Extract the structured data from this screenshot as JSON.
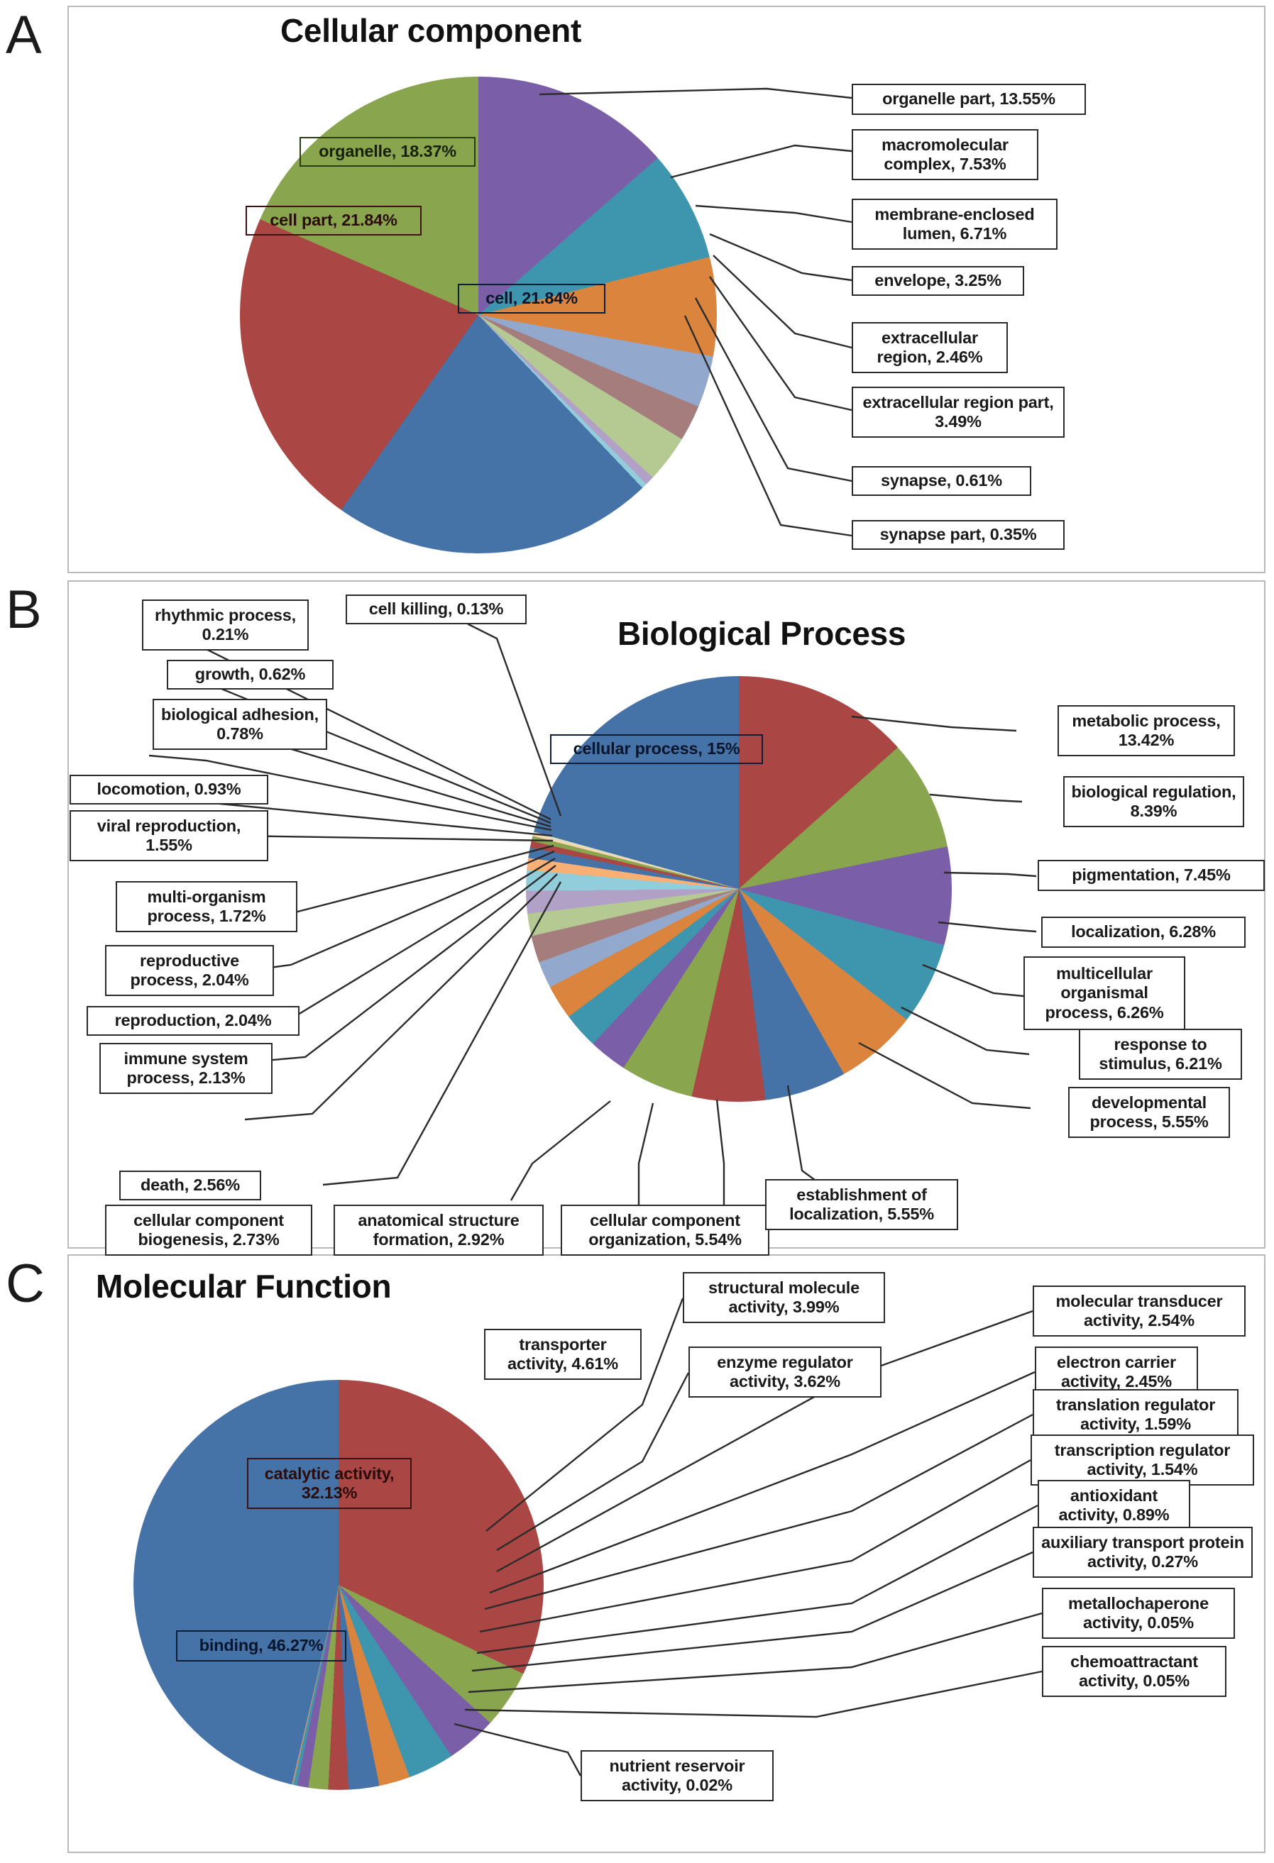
{
  "figure": {
    "panels": [
      {
        "letter": "A",
        "title": "Cellular component"
      },
      {
        "letter": "B",
        "title": "Biological Process"
      },
      {
        "letter": "C",
        "title": "Molecular Function"
      }
    ]
  },
  "chart_data": [
    {
      "type": "pie",
      "panel": "A",
      "title": "Cellular component",
      "legend_position": "callout-labels",
      "categories": [
        "cell",
        "cell part",
        "organelle",
        "organelle part",
        "macromolecular complex",
        "membrane-enclosed lumen",
        "extracellular region part",
        "envelope",
        "extracellular region",
        "synapse",
        "synapse part"
      ],
      "values": [
        21.84,
        21.84,
        18.37,
        13.55,
        7.53,
        6.71,
        3.49,
        3.25,
        2.46,
        0.61,
        0.35
      ],
      "value_unit": "%",
      "colors": [
        "#4572a7",
        "#aa4643",
        "#89a54e",
        "#7a5ea7",
        "#3d96ae",
        "#db843d",
        "#92a8cd",
        "#a47d7c",
        "#b5ca92",
        "#9b7fb8",
        "#7fa8cf"
      ],
      "labels": [
        {
          "text": "cell, 21.84%",
          "placement": "inside"
        },
        {
          "text": "cell part, 21.84%",
          "placement": "inside"
        },
        {
          "text": "organelle, 18.37%",
          "placement": "inside"
        },
        {
          "text": "organelle part, 13.55%",
          "placement": "outside-right"
        },
        {
          "text": "macromolecular complex, 7.53%",
          "placement": "outside-right"
        },
        {
          "text": "membrane-enclosed lumen, 6.71%",
          "placement": "outside-right"
        },
        {
          "text": "envelope, 3.25%",
          "placement": "outside-right"
        },
        {
          "text": "extracellular region, 2.46%",
          "placement": "outside-right"
        },
        {
          "text": "extracellular region part, 3.49%",
          "placement": "outside-right"
        },
        {
          "text": "synapse, 0.61%",
          "placement": "outside-right"
        },
        {
          "text": "synapse part, 0.35%",
          "placement": "outside-right"
        }
      ]
    },
    {
      "type": "pie",
      "panel": "B",
      "title": "Biological Process",
      "legend_position": "callout-labels",
      "categories": [
        "cellular process",
        "metabolic process",
        "biological regulation",
        "pigmentation",
        "localization",
        "multicellular organismal process",
        "response to stimulus",
        "developmental process",
        "establishment of localization",
        "cellular component organization",
        "anatomical structure formation",
        "cellular component biogenesis",
        "death",
        "immune system process",
        "reproduction",
        "reproductive process",
        "multi-organism process",
        "viral reproduction",
        "locomotion",
        "biological adhesion",
        "growth",
        "rhythmic process",
        "cell killing"
      ],
      "values": [
        15,
        13.42,
        8.39,
        7.45,
        6.28,
        6.26,
        6.21,
        5.55,
        5.55,
        5.54,
        2.92,
        2.73,
        2.56,
        2.13,
        2.04,
        2.04,
        1.72,
        1.55,
        0.93,
        0.78,
        0.62,
        0.21,
        0.13
      ],
      "value_unit": "%",
      "labels": [
        {
          "text": "cellular process, 15%",
          "placement": "inside"
        },
        {
          "text": "metabolic process, 13.42%",
          "placement": "outside-right"
        },
        {
          "text": "biological regulation, 8.39%",
          "placement": "outside-right"
        },
        {
          "text": "pigmentation, 7.45%",
          "placement": "outside-right"
        },
        {
          "text": "localization, 6.28%",
          "placement": "outside-right"
        },
        {
          "text": "multicellular organismal process, 6.26%",
          "placement": "outside-right"
        },
        {
          "text": "response to stimulus, 6.21%",
          "placement": "outside-right"
        },
        {
          "text": "developmental process, 5.55%",
          "placement": "outside-right"
        },
        {
          "text": "establishment of localization, 5.55%",
          "placement": "outside-bottom"
        },
        {
          "text": "cellular component organization, 5.54%",
          "placement": "outside-bottom"
        },
        {
          "text": "anatomical structure formation, 2.92%",
          "placement": "outside-bottom"
        },
        {
          "text": "cellular component biogenesis, 2.73%",
          "placement": "outside-bottom"
        },
        {
          "text": "death, 2.56%",
          "placement": "outside-left"
        },
        {
          "text": "immune system process, 2.13%",
          "placement": "outside-left"
        },
        {
          "text": "reproduction, 2.04%",
          "placement": "outside-left"
        },
        {
          "text": "reproductive process, 2.04%",
          "placement": "outside-left"
        },
        {
          "text": "multi-organism process, 1.72%",
          "placement": "outside-left"
        },
        {
          "text": "viral reproduction, 1.55%",
          "placement": "outside-left"
        },
        {
          "text": "locomotion, 0.93%",
          "placement": "outside-left"
        },
        {
          "text": "biological adhesion, 0.78%",
          "placement": "outside-left"
        },
        {
          "text": "growth, 0.62%",
          "placement": "outside-left"
        },
        {
          "text": "rhythmic process, 0.21%",
          "placement": "outside-left"
        },
        {
          "text": "cell killing, 0.13%",
          "placement": "outside-top"
        }
      ]
    },
    {
      "type": "pie",
      "panel": "C",
      "title": "Molecular Function",
      "legend_position": "callout-labels",
      "categories": [
        "binding",
        "catalytic activity",
        "transporter activity",
        "structural molecule activity",
        "enzyme regulator activity",
        "molecular transducer activity",
        "electron carrier activity",
        "translation regulator activity",
        "transcription regulator activity",
        "antioxidant activity",
        "auxiliary transport protein activity",
        "metallochaperone activity",
        "chemoattractant activity",
        "nutrient reservoir activity"
      ],
      "values": [
        46.27,
        32.13,
        4.61,
        3.99,
        3.62,
        2.54,
        2.45,
        1.59,
        1.54,
        0.89,
        0.27,
        0.05,
        0.05,
        0.02
      ],
      "value_unit": "%",
      "labels": [
        {
          "text": "binding, 46.27%",
          "placement": "inside"
        },
        {
          "text": "catalytic activity, 32.13%",
          "placement": "inside"
        },
        {
          "text": "transporter activity, 4.61%",
          "placement": "outside-top"
        },
        {
          "text": "structural molecule activity, 3.99%",
          "placement": "outside-top"
        },
        {
          "text": "enzyme regulator activity, 3.62%",
          "placement": "outside-top"
        },
        {
          "text": "molecular transducer activity, 2.54%",
          "placement": "outside-right"
        },
        {
          "text": "electron carrier activity, 2.45%",
          "placement": "outside-right"
        },
        {
          "text": "translation regulator activity, 1.59%",
          "placement": "outside-right"
        },
        {
          "text": "transcription regulator activity, 1.54%",
          "placement": "outside-right"
        },
        {
          "text": "antioxidant activity, 0.89%",
          "placement": "outside-right"
        },
        {
          "text": "auxiliary transport protein activity, 0.27%",
          "placement": "outside-right"
        },
        {
          "text": "metallochaperone activity, 0.05%",
          "placement": "outside-right"
        },
        {
          "text": "chemoattractant activity, 0.05%",
          "placement": "outside-right"
        },
        {
          "text": "nutrient reservoir activity, 0.02%",
          "placement": "outside-bottom"
        }
      ]
    }
  ],
  "panel_a": {
    "letter": "A",
    "title": "Cellular component",
    "labels": {
      "organelle": "organelle, 18.37%",
      "cell_part": "cell part, 21.84%",
      "cell": "cell, 21.84%",
      "organelle_part": "organelle part, 13.55%",
      "macromolecular_complex": "macromolecular complex, 7.53%",
      "membrane_enclosed_lumen": "membrane-enclosed lumen, 6.71%",
      "envelope": "envelope, 3.25%",
      "extracellular_region": "extracellular region, 2.46%",
      "extracellular_region_part": "extracellular region part, 3.49%",
      "synapse": "synapse, 0.61%",
      "synapse_part": "synapse part, 0.35%"
    }
  },
  "panel_b": {
    "letter": "B",
    "title": "Biological Process",
    "labels": {
      "cell_killing": "cell killing, 0.13%",
      "rhythmic_process": "rhythmic process, 0.21%",
      "growth": "growth, 0.62%",
      "biological_adhesion": "biological adhesion, 0.78%",
      "locomotion": "locomotion, 0.93%",
      "viral_reproduction": "viral reproduction, 1.55%",
      "multi_organism_process": "multi-organism process, 1.72%",
      "reproductive_process": "reproductive process, 2.04%",
      "reproduction": "reproduction, 2.04%",
      "immune_system_process": "immune system process, 2.13%",
      "death": "death, 2.56%",
      "cellular_component_biogenesis": "cellular component biogenesis, 2.73%",
      "anatomical_structure_formation": "anatomical structure formation, 2.92%",
      "cellular_component_organization": "cellular component organization, 5.54%",
      "establishment_of_localization": "establishment of localization, 5.55%",
      "cellular_process": "cellular process, 15%",
      "metabolic_process": "metabolic process, 13.42%",
      "biological_regulation": "biological regulation, 8.39%",
      "pigmentation": "pigmentation, 7.45%",
      "localization": "localization, 6.28%",
      "multicellular_organismal_process": "multicellular organismal process, 6.26%",
      "response_to_stimulus": "response to stimulus, 6.21%",
      "developmental_process": "developmental process, 5.55%"
    }
  },
  "panel_c": {
    "letter": "C",
    "title": "Molecular Function",
    "labels": {
      "catalytic_activity": "catalytic activity, 32.13%",
      "binding": "binding, 46.27%",
      "transporter_activity": "transporter activity, 4.61%",
      "structural_molecule_activity": "structural molecule activity, 3.99%",
      "enzyme_regulator_activity": "enzyme regulator activity, 3.62%",
      "molecular_transducer_activity": "molecular transducer activity, 2.54%",
      "electron_carrier_activity": "electron carrier activity, 2.45%",
      "translation_regulator_activity": "translation regulator activity, 1.59%",
      "transcription_regulator_activity": "transcription regulator activity, 1.54%",
      "antioxidant_activity": "antioxidant activity, 0.89%",
      "auxiliary_transport_protein_activity": "auxiliary transport protein activity, 0.27%",
      "metallochaperone_activity": "metallochaperone activity, 0.05%",
      "chemoattractant_activity": "chemoattractant activity, 0.05%",
      "nutrient_reservoir_activity": "nutrient reservoir activity, 0.02%"
    }
  },
  "palette": {
    "blue": "#4572a7",
    "red": "#aa4643",
    "green": "#89a54e",
    "purple": "#7a5ea7",
    "teal": "#3d96ae",
    "orange": "#db843d",
    "light_blue": "#92a8cd",
    "light_red": "#a47d7c",
    "light_green": "#b5ca92",
    "light_purple": "#b2a1c7",
    "light_teal": "#92cddc",
    "light_orange": "#f9b074"
  }
}
